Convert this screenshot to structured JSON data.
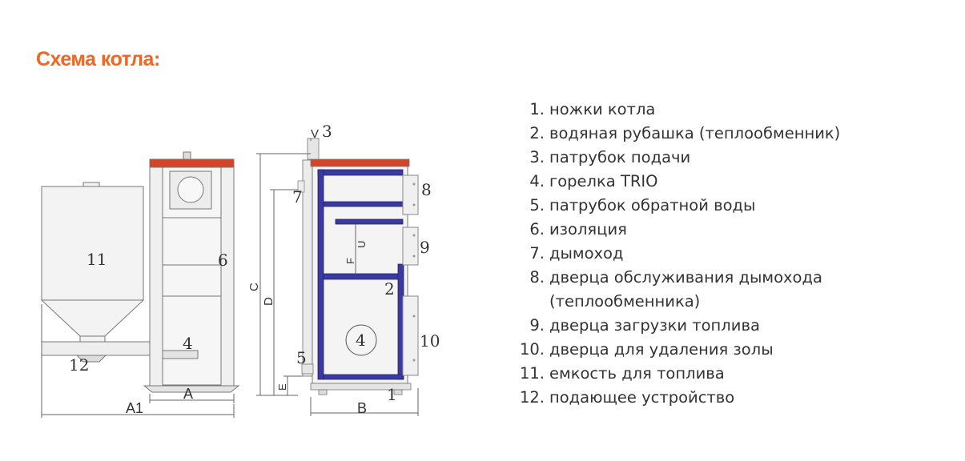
{
  "title": "Схема котла:",
  "legend": [
    {
      "num": "1.",
      "text": "ножки котла"
    },
    {
      "num": "2.",
      "text": "водяная рубашка (теплообменник)"
    },
    {
      "num": "3.",
      "text": "патрубок подачи"
    },
    {
      "num": "4.",
      "text": "горелка TRIO"
    },
    {
      "num": "5.",
      "text": "патрубок обратной воды"
    },
    {
      "num": "6.",
      "text": "изоляция"
    },
    {
      "num": "7.",
      "text": "дымоход"
    },
    {
      "num": "8.",
      "text": "дверца обслуживания дымохода"
    },
    {
      "num": "",
      "text": "(теплообменника)"
    },
    {
      "num": "9.",
      "text": "дверца загрузки топлива"
    },
    {
      "num": "10.",
      "text": "дверца для удаления золы"
    },
    {
      "num": "11.",
      "text": "емкость для топлива"
    },
    {
      "num": "12.",
      "text": "подающее устройство"
    }
  ],
  "labels": {
    "n1": "1",
    "n2": "2",
    "n3": "3",
    "n4a": "4",
    "n4b": "4",
    "n5": "5",
    "n6": "6",
    "n7": "7",
    "n8": "8",
    "n9": "9",
    "n10": "10",
    "n11": "11",
    "n12": "12"
  },
  "dims": {
    "A": "A",
    "A1": "A1",
    "B": "B",
    "C": "C",
    "D": "D",
    "E": "E",
    "F": "F",
    "U": "U",
    "V": "V"
  },
  "colors": {
    "accent": "#f26522",
    "jacket": "#3a3aa0",
    "top_plate": "#d2452b"
  }
}
